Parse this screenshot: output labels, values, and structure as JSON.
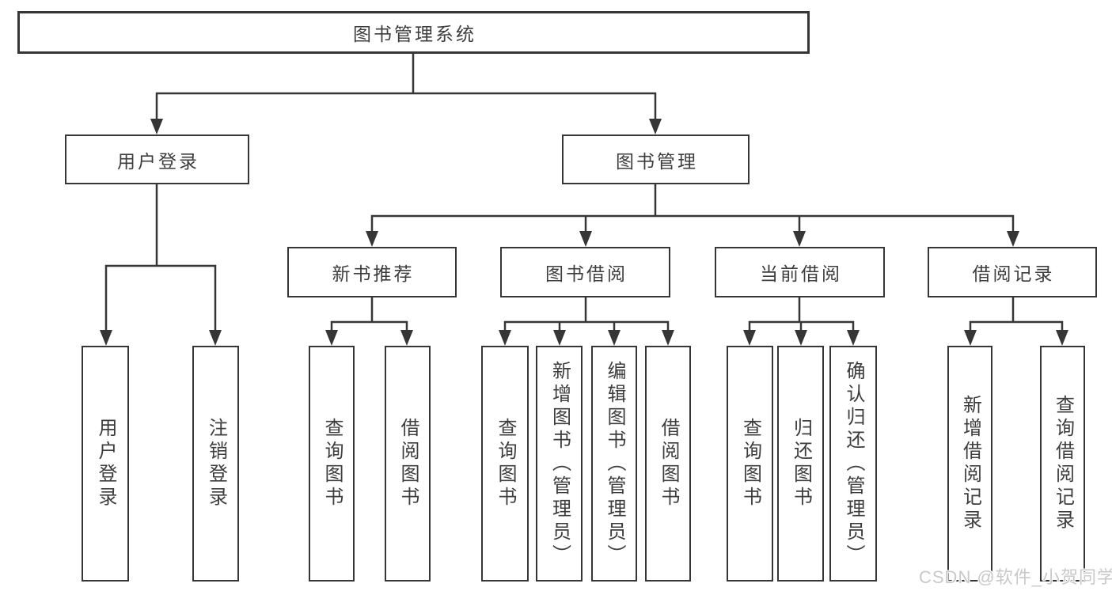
{
  "diagram": {
    "root": {
      "label": "图书管理系统"
    },
    "level2": [
      {
        "label": "用户登录"
      },
      {
        "label": "图书管理"
      }
    ],
    "level3": [
      {
        "label": "新书推荐"
      },
      {
        "label": "图书借阅"
      },
      {
        "label": "当前借阅"
      },
      {
        "label": "借阅记录"
      }
    ],
    "leaves": {
      "user_login": [
        "用户登录",
        "注销登录"
      ],
      "new_book_recommend": [
        "查询图书",
        "借阅图书"
      ],
      "book_borrow": [
        "查询图书",
        "新增图书（管理员）",
        "编辑图书（管理员）",
        "借阅图书"
      ],
      "current_borrow": [
        "查询图书",
        "归还图书",
        "确认归还（管理员）"
      ],
      "borrow_records": [
        "新增借阅记录",
        "查询借阅记录"
      ]
    }
  },
  "watermark": {
    "label": "CSDN @软件_小贺同学"
  },
  "colors": {
    "line": "#363636",
    "text": "#3d3d3d",
    "watermark_text": "#c9c9c9",
    "background": "#ffffff"
  }
}
